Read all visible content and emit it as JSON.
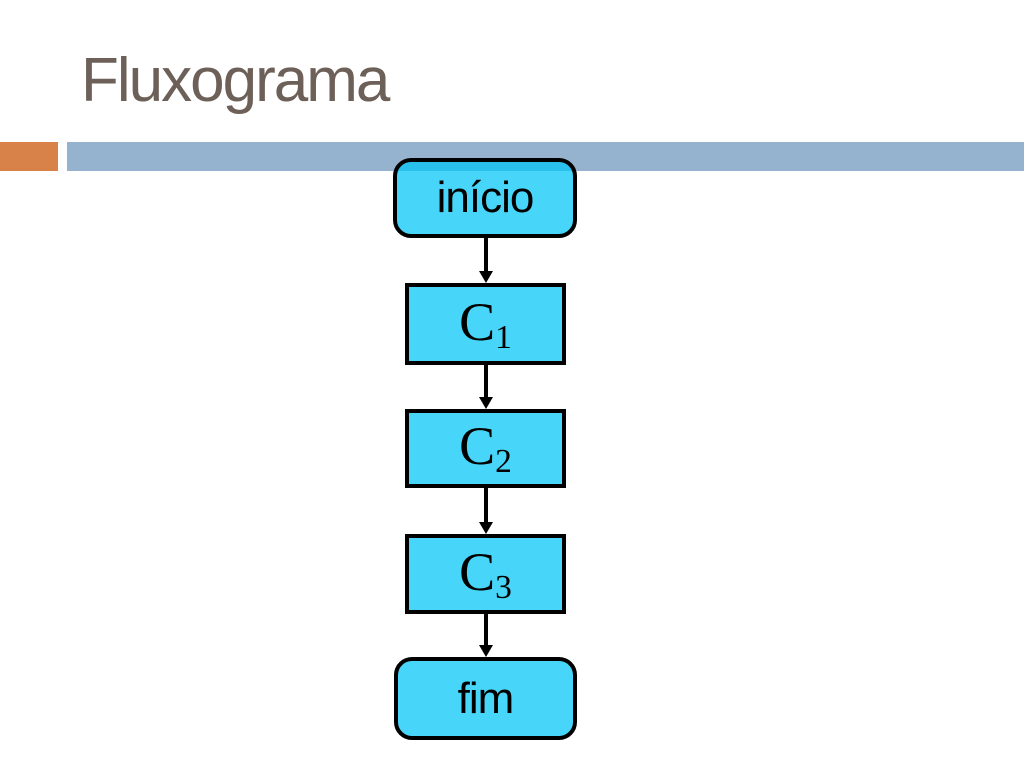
{
  "slide": {
    "title": "Fluxograma",
    "colors": {
      "title_color": "#6d6058",
      "accent_orange": "#d8824a",
      "accent_blue": "#95b2ce",
      "node_fill": "rgba(0, 198, 247, 0.72)",
      "node_border": "#000000"
    }
  },
  "flowchart": {
    "nodes": [
      {
        "id": "start",
        "type": "terminator",
        "label": "início"
      },
      {
        "id": "c1",
        "type": "process",
        "label": "C",
        "sub": "1"
      },
      {
        "id": "c2",
        "type": "process",
        "label": "C",
        "sub": "2"
      },
      {
        "id": "c3",
        "type": "process",
        "label": "C",
        "sub": "3"
      },
      {
        "id": "end",
        "type": "terminator",
        "label": "fim"
      }
    ]
  }
}
